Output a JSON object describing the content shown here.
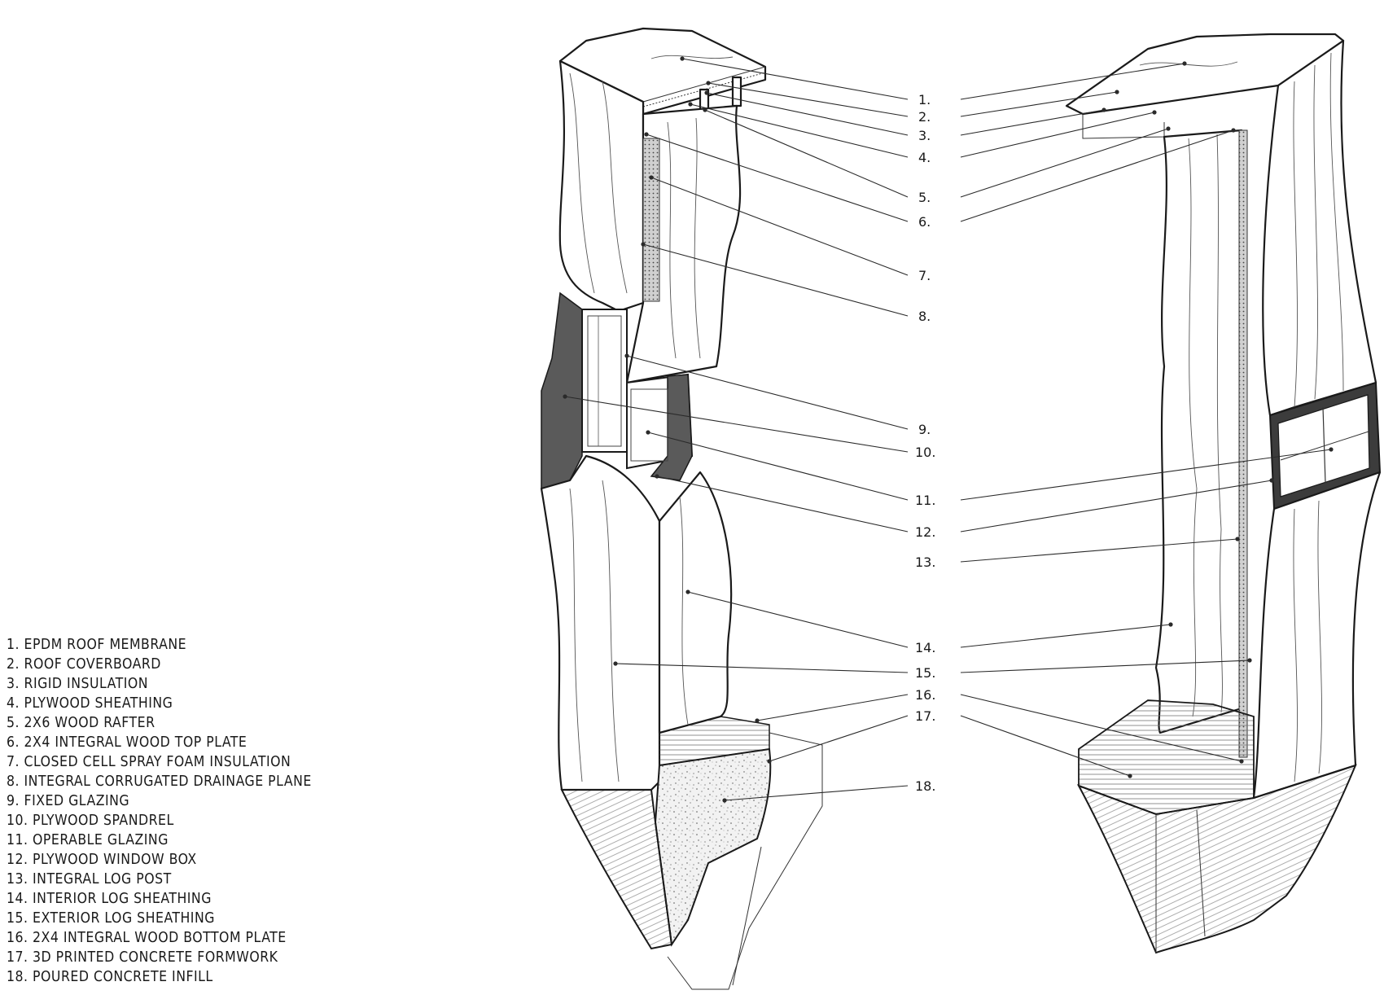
{
  "legend": [
    {
      "num": "1.",
      "label": "EPDM ROOF MEMBRANE"
    },
    {
      "num": "2.",
      "label": "ROOF COVERBOARD"
    },
    {
      "num": "3.",
      "label": "RIGID INSULATION"
    },
    {
      "num": "4.",
      "label": "PLYWOOD SHEATHING"
    },
    {
      "num": "5.",
      "label": "2X6 WOOD RAFTER"
    },
    {
      "num": "6.",
      "label": "2X4 INTEGRAL WOOD TOP PLATE"
    },
    {
      "num": "7.",
      "label": "CLOSED CELL SPRAY FOAM INSULATION"
    },
    {
      "num": "8.",
      "label": "INTEGRAL CORRUGATED DRAINAGE PLANE"
    },
    {
      "num": "9.",
      "label": "FIXED GLAZING"
    },
    {
      "num": "10.",
      "label": "PLYWOOD SPANDREL"
    },
    {
      "num": "11.",
      "label": "OPERABLE GLAZING"
    },
    {
      "num": "12.",
      "label": "PLYWOOD WINDOW BOX"
    },
    {
      "num": "13.",
      "label": "INTEGRAL LOG POST"
    },
    {
      "num": "14.",
      "label": "INTERIOR LOG SHEATHING"
    },
    {
      "num": "15.",
      "label": "EXTERIOR LOG SHEATHING"
    },
    {
      "num": "16.",
      "label": "2X4 INTEGRAL WOOD BOTTOM PLATE"
    },
    {
      "num": "17.",
      "label": "3D PRINTED CONCRETE FORMWORK"
    },
    {
      "num": "18.",
      "label": "POURED CONCRETE INFILL"
    }
  ],
  "callouts": [
    "1.",
    "2.",
    "3.",
    "4.",
    "5.",
    "6.",
    "7.",
    "8.",
    "9.",
    "10.",
    "11.",
    "12.",
    "13.",
    "14.",
    "15.",
    "16.",
    "17.",
    "18."
  ],
  "colors": {
    "line": "#1a1a1a",
    "dark_fill": "#5a5a5a",
    "glazing_frame": "#3c3c3c",
    "formwork": "#d8d8d8"
  }
}
